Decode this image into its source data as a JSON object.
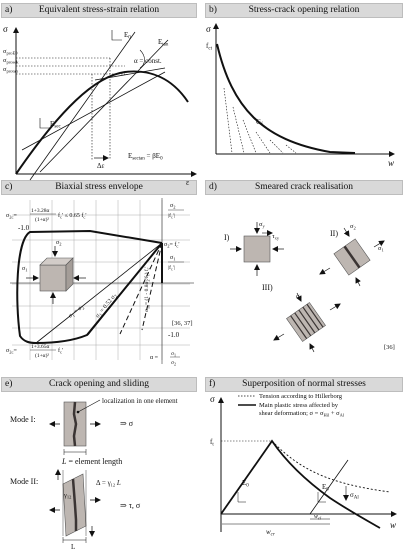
{
  "panels": {
    "a": {
      "label": "a)",
      "title": "Equivalent stress-strain relation"
    },
    "b": {
      "label": "b)",
      "title": "Stress-crack opening relation"
    },
    "c": {
      "label": "c)",
      "title": "Biaxial stress envelope"
    },
    "d": {
      "label": "d)",
      "title": "Smeared crack realisation"
    },
    "e": {
      "label": "e)",
      "title": "Crack opening and sliding"
    },
    "f": {
      "label": "f)",
      "title": "Superposition of normal stresses"
    }
  },
  "a": {
    "sigma": "σ",
    "sigma_proE0": "σ",
    "sub_proE0": "proE0",
    "sigma_prosek": "σ",
    "sub_prosek": "prosek",
    "sigma_protan": "σ",
    "sub_protan": "protan",
    "E0": "E",
    "sub_E0": "0",
    "Etan": "E",
    "sub_Etan": "tan",
    "alpha": "α = const.",
    "Esec": "E",
    "sub_Esec": "sec",
    "delta_eps": "Δε",
    "epsilon": "ε",
    "formula": "E",
    "sub_formula": "sectan",
    "formula_rest": " = βE",
    "sub_formula_rest": "0"
  },
  "b": {
    "sigma": "σ",
    "fct": "f",
    "sub_fct": "ct",
    "Gf": "G",
    "sub_Gf": "f",
    "w": "w"
  },
  "c": {
    "sig2c_top": "σ",
    "sub_sig2c_top": "2c",
    "top_formula": "= ",
    "top_num": "1+3.28α",
    "top_den": "(1+α)²",
    "top_tail": "f",
    "top_tail_sub": "c",
    "top_ineq": "'  ≤ 0.65 f",
    "top_ineq_sub": "c",
    "top_prime": "'",
    "minus1_top": "-1.0",
    "sig2_ratio_num": "σ",
    "sub_sig2_ratio": "2",
    "ratio_den": "|f",
    "ratio_den_sub": "c",
    "ratio_den_tail": "'|",
    "sig1_ratio_num": "σ",
    "sub_sig1_ratio": "1",
    "ratio2_den": "|f",
    "ratio2_den_sub": "c",
    "ratio2_den_tail": "'|",
    "sig2_fc": "σ",
    "sub_sig2_fc": "2",
    "eq_fc": "= f",
    "sub_eq_fc": "c",
    "tail_fc": "'",
    "sig1_label": "σ",
    "sub_sig1_label": "1",
    "sig2_label": "σ",
    "sub_sig2_label": "2",
    "sig1_eq": "σ",
    "sub_sig1_eq": "1",
    "sig1_eq_tail": " = σ",
    "sub_sig1_eq_tail": "2",
    "sig1_052": "σ",
    "sub_sig1_052": "1",
    "sig1_052_tail": " = 0.52 σ",
    "sub_sig1_052_tail": "2",
    "sig1u": "σ",
    "sub_sig1u": "1u",
    "sig1u_tail": "= (1 - 0.8",
    "sig1u_frac_num": "σ",
    "sig1u_frac_num_sub": "2",
    "sig1u_frac_den": "f",
    "sig1u_frac_den_sub": "c",
    "sig1u_close": ") f",
    "sig1u_close_sub": "c",
    "sig1u_prime": "'",
    "minus1_right": "-1.0",
    "sig2c_bot": "σ",
    "sub_sig2c_bot": "2c",
    "bot_formula": "= ",
    "bot_num": "1+3.65α",
    "bot_den": "(1+α)²",
    "bot_tail": "f",
    "bot_tail_sub": "c",
    "bot_prime": "'",
    "alpha_eq": "α = ",
    "alpha_num": "σ",
    "alpha_num_sub": "1",
    "alpha_den": "σ",
    "alpha_den_sub": "2",
    "ref": "[36, 37]"
  },
  "d": {
    "I": "I)",
    "II": "II)",
    "III": "III)",
    "sig_y": "σ",
    "sub_sig_y": "y",
    "tau_xy": "τ",
    "sub_tau_xy": "xy",
    "sig2": "σ",
    "sub_sig2": "2",
    "sig1": "σ",
    "sub_sig1": "1",
    "sig2b": "σ",
    "sub_sig2b": "2",
    "ref": "[36]"
  },
  "e": {
    "mode1": "Mode I:",
    "mode2": "Mode II:",
    "localization": "localization in one element",
    "arrow_sigma": "⇒ σ",
    "L_eq": "= element length",
    "L": "L",
    "delta": "Δ = γ",
    "delta_sub": "12",
    "delta_tail": " L",
    "gamma": "γ",
    "gamma_sub": "12",
    "arrow_tau": "⇒ τ, σ",
    "L2": "L"
  },
  "f": {
    "legend1": "Tension according to Hillerborg",
    "legend2a": "Main plastic stress affected by",
    "legend2b": "shear deformation; σ = σ",
    "legend2b_sub1": "Hil",
    "legend2b_mid": " + σ",
    "legend2b_sub2": "Al",
    "sigma": "σ",
    "ft": "f",
    "sub_ft": "t",
    "E0": "E",
    "sub_E0": "0",
    "E0b": "E",
    "sub_E0b": "0",
    "sigAl": "σ",
    "sub_sigAl": "Al",
    "wcr": "w",
    "sub_wcr": "cr",
    "wcl": "w",
    "sub_wcl": "cl",
    "w": "w"
  },
  "colors": {
    "header": "#d9d9d9",
    "header_border": "#bdbdbd",
    "element_fill": "#bdb6b1",
    "crack": "#3b3534"
  }
}
